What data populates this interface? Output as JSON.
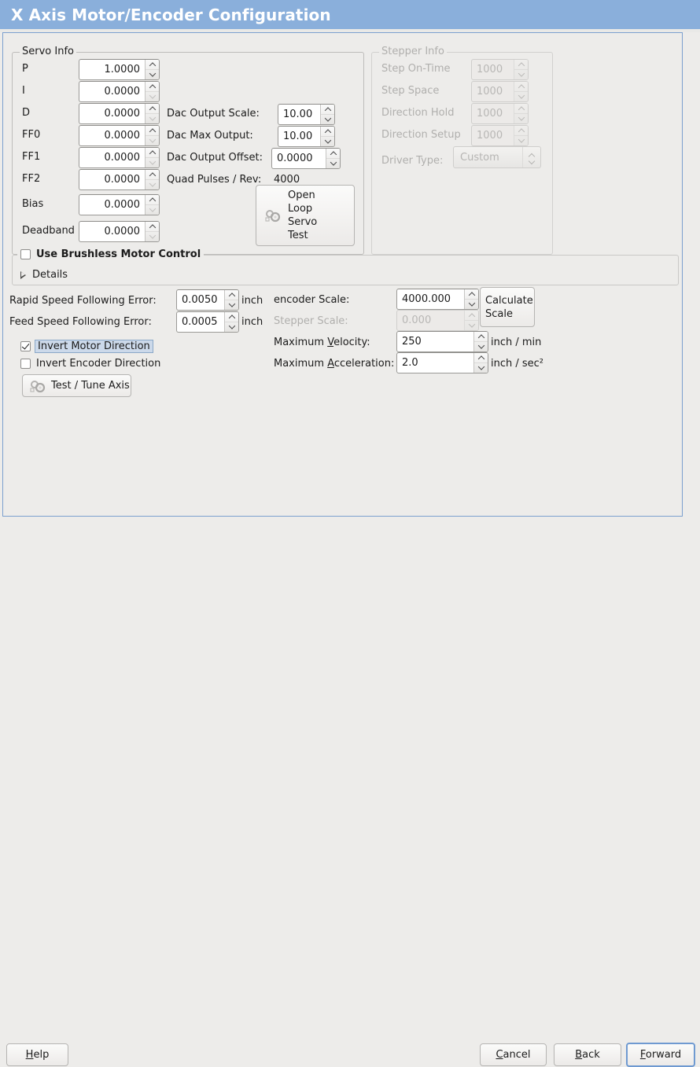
{
  "window": {
    "title": "X Axis Motor/Encoder Configuration",
    "accent": "#8aafdb",
    "background": "#edecea"
  },
  "servo_group": {
    "legend": "Servo Info",
    "fields": [
      {
        "label": "P",
        "value": "1.0000"
      },
      {
        "label": "I",
        "value": "0.0000"
      },
      {
        "label": "D",
        "value": "0.0000"
      },
      {
        "label": "FF0",
        "value": "0.0000"
      },
      {
        "label": "FF1",
        "value": "0.0000"
      },
      {
        "label": "FF2",
        "value": "0.0000"
      },
      {
        "label": "Bias",
        "value": "0.0000"
      },
      {
        "label": "Deadband",
        "value": "0.0000"
      }
    ],
    "dac": [
      {
        "label": "Dac Output Scale:",
        "value": "10.00"
      },
      {
        "label": "Dac Max Output:",
        "value": "10.00"
      },
      {
        "label": "Dac Output Offset:",
        "value": "0.0000"
      }
    ],
    "quad_pulses_label": "Quad Pulses / Rev:",
    "quad_pulses_value": "4000",
    "open_loop_button": "Open\nLoop\nServo\nTest",
    "open_loop_lines": [
      "Open",
      "Loop",
      "Servo",
      "Test"
    ]
  },
  "stepper_group": {
    "legend": "Stepper Info",
    "enabled": false,
    "fields": [
      {
        "label": "Step On-Time",
        "value": "1000"
      },
      {
        "label": "Step Space",
        "value": "1000"
      },
      {
        "label": "Direction Hold",
        "value": "1000"
      },
      {
        "label": "Direction Setup",
        "value": "1000"
      }
    ],
    "driver_type_label": "Driver Type:",
    "driver_type_value": "Custom"
  },
  "brushless": {
    "checkbox_label": "Use Brushless Motor Control",
    "checked": false,
    "details_label": "Details",
    "expanded": false
  },
  "errors": {
    "rapid_label": "Rapid Speed Following Error:",
    "rapid_value": "0.0050",
    "rapid_unit": "inch",
    "feed_label": "Feed Speed Following Error:",
    "feed_value": "0.0005",
    "feed_unit": "inch"
  },
  "inverts": {
    "motor_label": "Invert Motor Direction",
    "motor_checked": true,
    "motor_focused": true,
    "encoder_label": "Invert Encoder Direction",
    "encoder_checked": false
  },
  "test_tune_button": "Test / Tune Axis",
  "scales": {
    "encoder_label": "encoder Scale:",
    "encoder_value": "4000.000",
    "stepper_label": "Stepper Scale:",
    "stepper_value": "0.000",
    "stepper_enabled": false,
    "calculate_lines": [
      "Calculate",
      "Scale"
    ],
    "max_velocity_label_pre": "Maximum ",
    "max_velocity_label_key": "V",
    "max_velocity_label_post": "elocity:",
    "max_velocity_value": "250",
    "max_velocity_unit": "inch / min",
    "max_accel_label_pre": "Maximum ",
    "max_accel_label_key": "A",
    "max_accel_label_post": "cceleration:",
    "max_accel_value": "2.0",
    "max_accel_unit": "inch / sec²"
  },
  "footer": {
    "help_key": "H",
    "help_rest": "elp",
    "cancel_key": "C",
    "cancel_rest": "ancel",
    "back_key": "B",
    "back_rest": "ack",
    "forward_key": "F",
    "forward_rest": "orward",
    "focused": "forward"
  }
}
